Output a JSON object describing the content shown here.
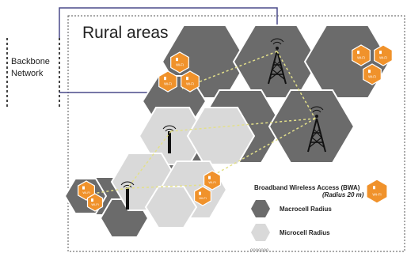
{
  "diagram": {
    "area_title": "Rural areas",
    "backbone_label_line1": "Backbone",
    "backbone_label_line2": "Network",
    "wifi_label": "Wi-Fi",
    "legend": {
      "bwa_line1": "Broadband Wireless Access (BWA)",
      "bwa_line2": "(Radius 20 m)",
      "macro": "Macrocell Radius",
      "micro": "Microcell Radius"
    }
  },
  "colors": {
    "macro_hex": "#6b6b6b",
    "micro_hex": "#d9d9d9",
    "wifi_hex": "#f0922b",
    "backbone_line": "#4a4a8a",
    "link": "#e3e08a"
  }
}
